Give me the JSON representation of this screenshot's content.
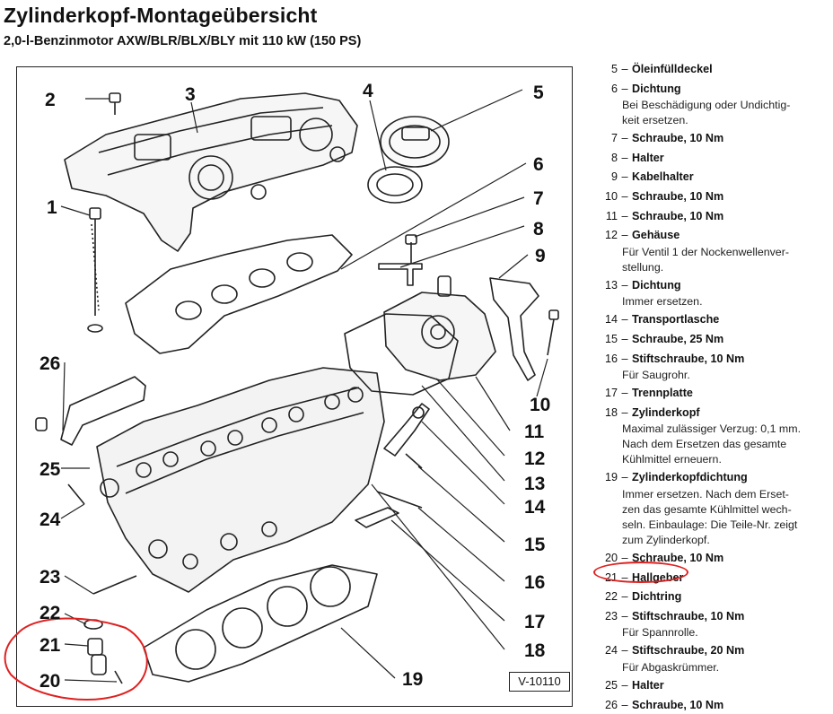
{
  "header": {
    "title": "Zylinderkopf-Montageübersicht",
    "subtitle": "2,0-l-Benzinmotor AXW/BLR/BLX/BLY mit 110 kW (150 PS)"
  },
  "figure_ref": "V-10110",
  "callouts": [
    "1",
    "2",
    "3",
    "4",
    "5",
    "6",
    "7",
    "8",
    "9",
    "10",
    "11",
    "12",
    "13",
    "14",
    "15",
    "16",
    "17",
    "18",
    "19",
    "20",
    "21",
    "22",
    "23",
    "24",
    "25",
    "26"
  ],
  "legend": [
    {
      "num": "5",
      "sep": "–",
      "label": "Öleinfülldeckel",
      "note": ""
    },
    {
      "num": "6",
      "sep": "–",
      "label": "Dichtung",
      "note": "Bei Beschädigung oder Undichtig-\nkeit ersetzen."
    },
    {
      "num": "7",
      "sep": "–",
      "label": "Schraube, 10 Nm",
      "note": ""
    },
    {
      "num": "8",
      "sep": "–",
      "label": "Halter",
      "note": ""
    },
    {
      "num": "9",
      "sep": "–",
      "label": "Kabelhalter",
      "note": ""
    },
    {
      "num": "10",
      "sep": "–",
      "label": "Schraube, 10 Nm",
      "note": ""
    },
    {
      "num": "11",
      "sep": "–",
      "label": "Schraube, 10 Nm",
      "note": ""
    },
    {
      "num": "12",
      "sep": "–",
      "label": "Gehäuse",
      "note": "Für Ventil 1 der Nockenwellenver-\nstellung."
    },
    {
      "num": "13",
      "sep": "–",
      "label": "Dichtung",
      "note": "Immer ersetzen."
    },
    {
      "num": "14",
      "sep": "–",
      "label": "Transportlasche",
      "note": ""
    },
    {
      "num": "15",
      "sep": "–",
      "label": "Schraube, 25 Nm",
      "note": ""
    },
    {
      "num": "16",
      "sep": "–",
      "label": "Stiftschraube, 10 Nm",
      "note": "Für Saugrohr."
    },
    {
      "num": "17",
      "sep": "–",
      "label": "Trennplatte",
      "note": ""
    },
    {
      "num": "18",
      "sep": "–",
      "label": "Zylinderkopf",
      "note": "Maximal zulässiger Verzug: 0,1 mm.\nNach dem Ersetzen das gesamte\nKühlmittel erneuern."
    },
    {
      "num": "19",
      "sep": "–",
      "label": "Zylinderkopfdichtung",
      "note": "Immer ersetzen. Nach dem Erset-\nzen das gesamte Kühlmittel wech-\nseln. Einbaulage: Die Teile-Nr. zeigt\nzum Zylinderkopf."
    },
    {
      "num": "20",
      "sep": "–",
      "label": "Schraube, 10 Nm",
      "note": ""
    },
    {
      "num": "21",
      "sep": "–",
      "label": "Hallgeber",
      "note": ""
    },
    {
      "num": "22",
      "sep": "–",
      "label": "Dichtring",
      "note": ""
    },
    {
      "num": "23",
      "sep": "–",
      "label": "Stiftschraube, 10 Nm",
      "note": "Für Spannrolle."
    },
    {
      "num": "24",
      "sep": "–",
      "label": "Stiftschraube, 20 Nm",
      "note": "Für Abgaskrümmer."
    },
    {
      "num": "25",
      "sep": "–",
      "label": "Halter",
      "note": ""
    },
    {
      "num": "26",
      "sep": "–",
      "label": "Schraube, 10 Nm",
      "note": ""
    }
  ],
  "highlight_color": "#e02020"
}
